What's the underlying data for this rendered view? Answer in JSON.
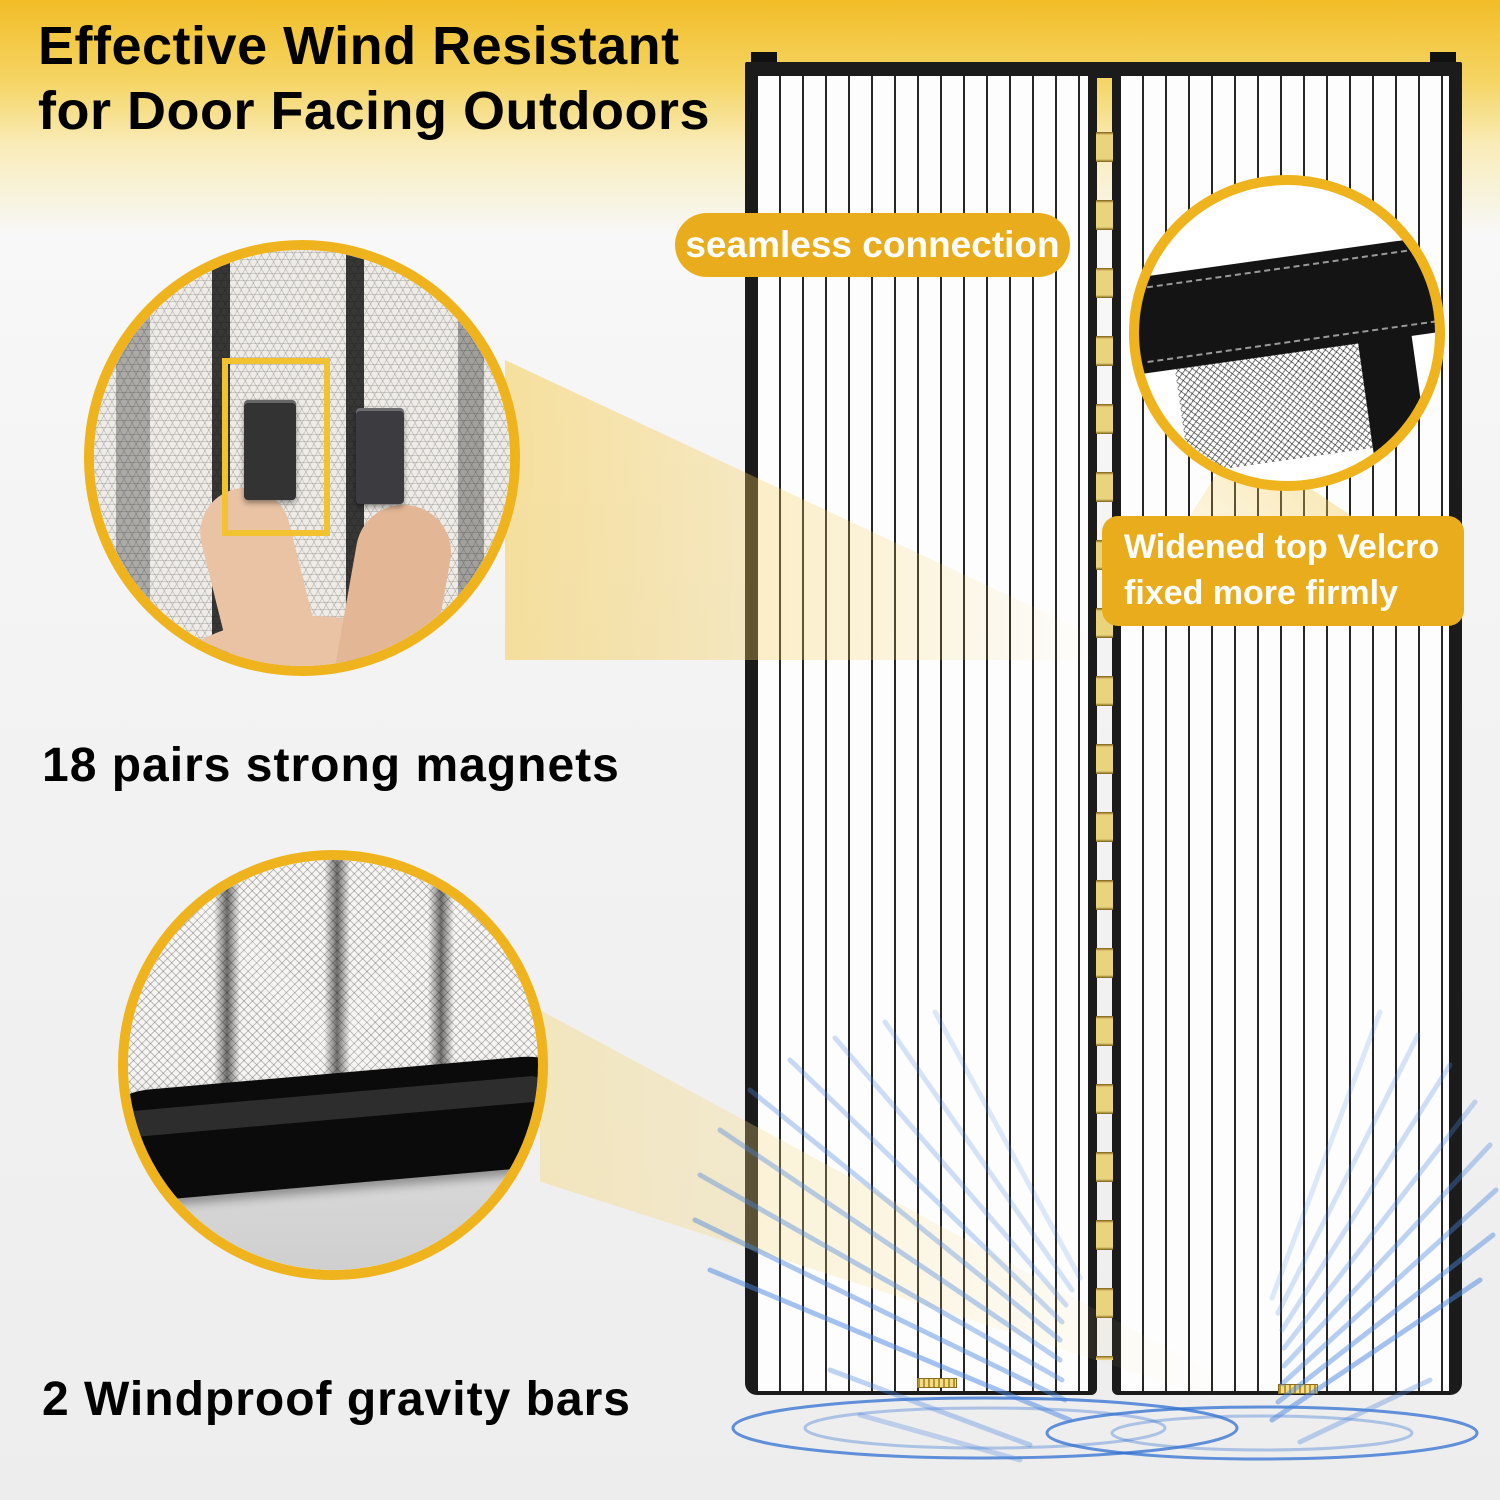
{
  "headline": {
    "line1": "Effective Wind Resistant",
    "line2": "for Door Facing Outdoors"
  },
  "callouts": {
    "seamless_connection": "seamless connection",
    "velcro_line1": "Widened top Velcro",
    "velcro_line2": "fixed more firmly"
  },
  "features": {
    "magnets_label": "18 pairs strong magnets",
    "gravity_label": "2 Windproof gravity bars"
  },
  "colors": {
    "accent_gold": "#E8AC1C",
    "ring_gold": "#EFB41D",
    "frame_black": "#1B1B1B",
    "magnet_gold": "#E9D37C",
    "wind_blue": "#3A7BD5",
    "headline_black": "#000000"
  }
}
